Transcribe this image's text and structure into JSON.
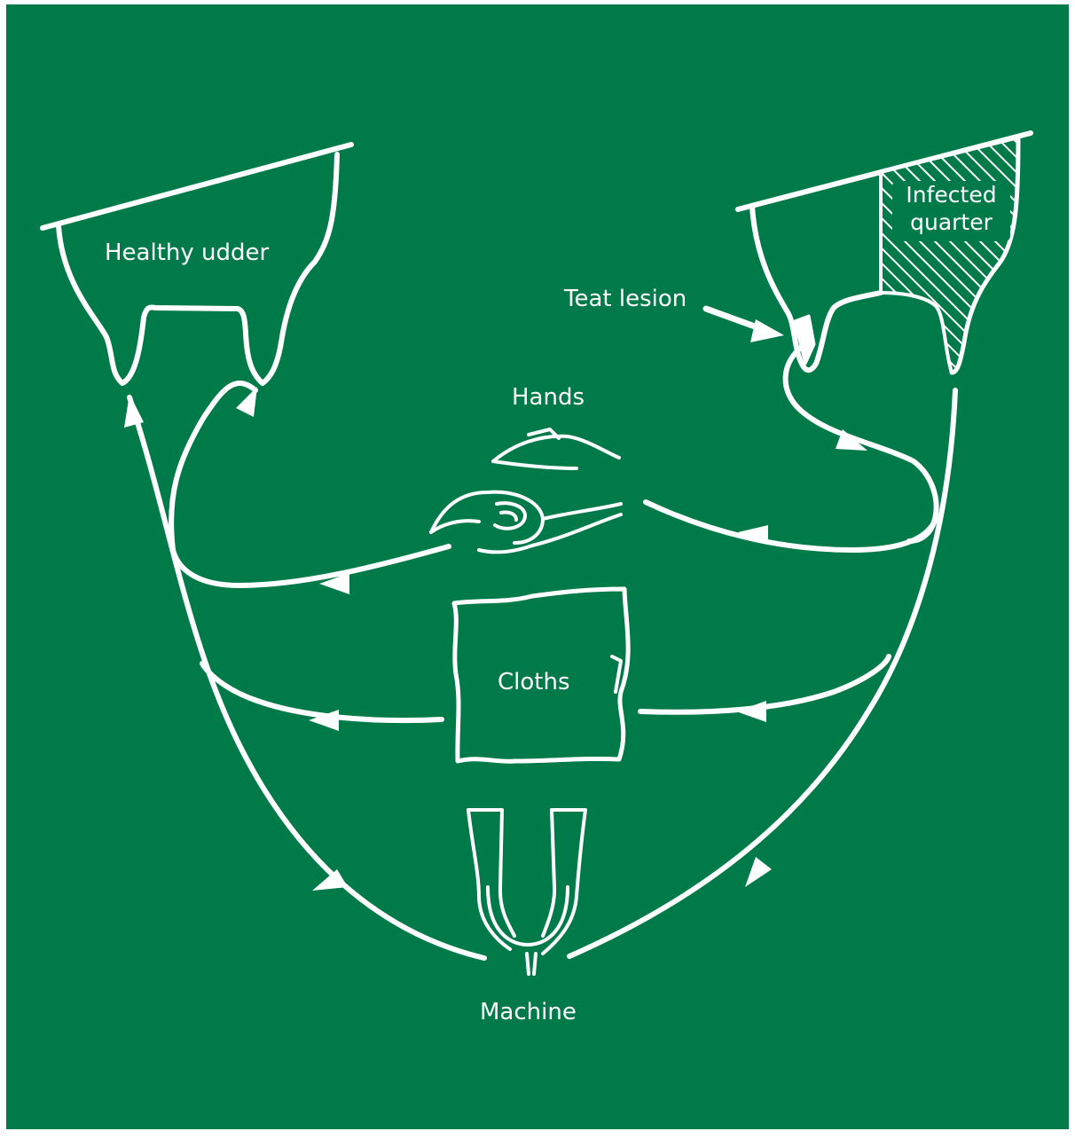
{
  "labels": {
    "healthy_udder": "Healthy udder",
    "infected_quarter_line1": "Infected",
    "infected_quarter_line2": "quarter",
    "teat_lesion": "Teat lesion",
    "hands": "Hands",
    "cloths": "Cloths",
    "machine": "Machine"
  },
  "colors": {
    "background": "#007a48",
    "lines": "#ffffff"
  },
  "icons": [
    "healthy-udder-drawing",
    "infected-udder-drawing",
    "hands-drawing",
    "cloth-drawing",
    "teat-cup-drawing"
  ]
}
